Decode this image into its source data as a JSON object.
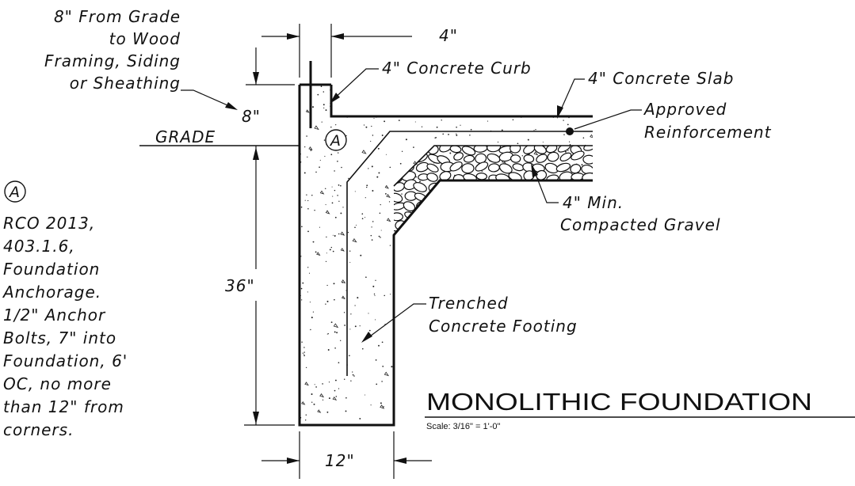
{
  "labels": {
    "clearance_line1": "8\" From Grade",
    "clearance_line2": "to Wood",
    "clearance_line3": "Framing, Siding",
    "clearance_line4": "or Sheathing",
    "curb_width": "4\"",
    "curb": "4\" Concrete Curb",
    "slab": "4\" Concrete Slab",
    "reinforcement_line1": "Approved",
    "reinforcement_line2": "Reinforcement",
    "clearance_value": "8\"",
    "grade": "GRADE",
    "gravel_line1": "4\" Min.",
    "gravel_line2": "Compacted Gravel",
    "depth": "36\"",
    "footing_line1": "Trenched",
    "footing_line2": "Concrete Footing",
    "footing_width": "12\""
  },
  "note": {
    "marker": "A",
    "lines": [
      "RCO 2013,",
      "403.1.6,",
      "Foundation",
      "Anchorage.",
      "1/2\" Anchor",
      "Bolts, 7\" into",
      "Foundation, 6'",
      "OC, no more",
      "than 12\" from",
      "corners."
    ]
  },
  "title": {
    "main": "MONOLITHIC FOUNDATION",
    "scale": "Scale: 3/16\" = 1'-0\""
  }
}
